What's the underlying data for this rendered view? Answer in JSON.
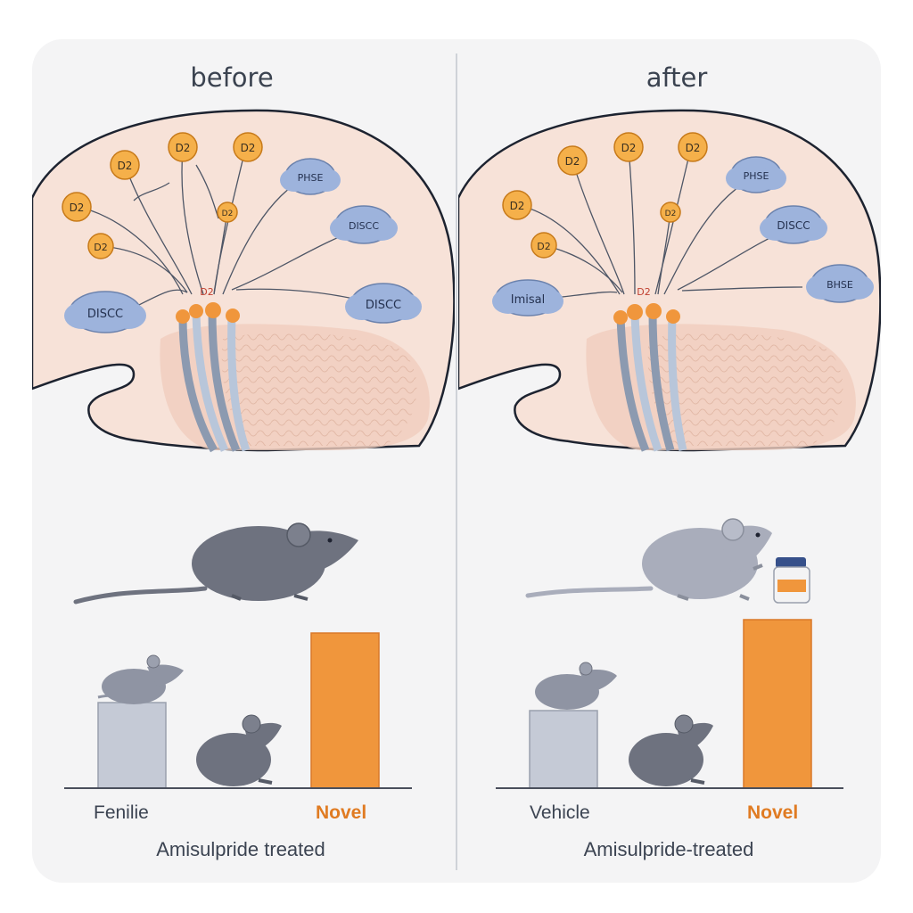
{
  "panels": {
    "before": {
      "title": "before",
      "receptors": [
        "D2",
        "D2",
        "D2",
        "D2",
        "D2",
        "D2"
      ],
      "clouds": [
        "PHSE",
        "DISCC",
        "DISCC",
        "DISCC"
      ],
      "synapse_label": "D2",
      "bar_labels": [
        "Fenilie",
        "Novel"
      ],
      "caption": "Amisulpride treated"
    },
    "after": {
      "title": "after",
      "receptors": [
        "D2",
        "D2",
        "D2",
        "D2",
        "D2",
        "D2"
      ],
      "clouds": [
        "PHSE",
        "DISCC",
        "BHSE",
        "Imisal"
      ],
      "synapse_label": "D2",
      "bar_labels": [
        "Vehicle",
        "Novel"
      ],
      "caption": "Amisulpride-treated"
    }
  },
  "colors": {
    "brain": "#f7e2d8",
    "receptor": "#f5b04a",
    "cloud": "#9db3dc",
    "familiar_bar": "#c5cad6",
    "novel_bar": "#f0963c",
    "novel_text": "#e07b22",
    "rat_dark": "#6e727f",
    "rat_light": "#a9adbb"
  },
  "chart_data": [
    {
      "type": "bar",
      "categories": [
        "Fenilie",
        "Novel"
      ],
      "values": [
        32,
        58
      ],
      "title": "",
      "xlabel": "Amisulpride treated",
      "ylabel": ""
    },
    {
      "type": "bar",
      "categories": [
        "Vehicle",
        "Novel"
      ],
      "values": [
        29,
        63
      ],
      "title": "",
      "xlabel": "Amisulpride-treated",
      "ylabel": ""
    }
  ]
}
